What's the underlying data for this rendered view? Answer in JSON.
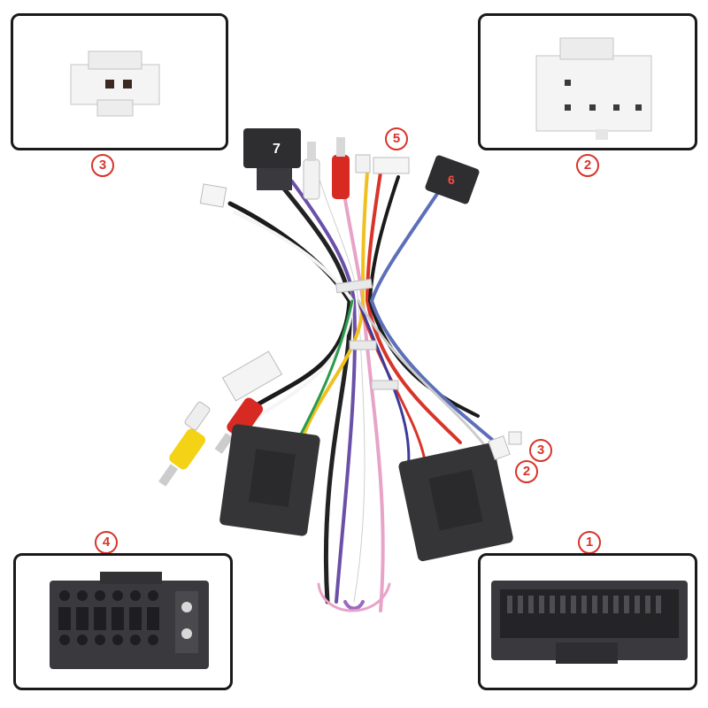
{
  "callouts": {
    "inset_top_left": "3",
    "inset_top_right": "2",
    "inset_bottom_left": "4",
    "inset_bottom_right": "1",
    "center_top": "5",
    "side_right_a": "3",
    "side_right_b": "2"
  },
  "connector_labels": {
    "c7": "7",
    "c6": "6"
  },
  "colors": {
    "accent": "#d8342a",
    "connector_dark": "#3a3a3e",
    "connector_white": "#f1f1f1"
  }
}
